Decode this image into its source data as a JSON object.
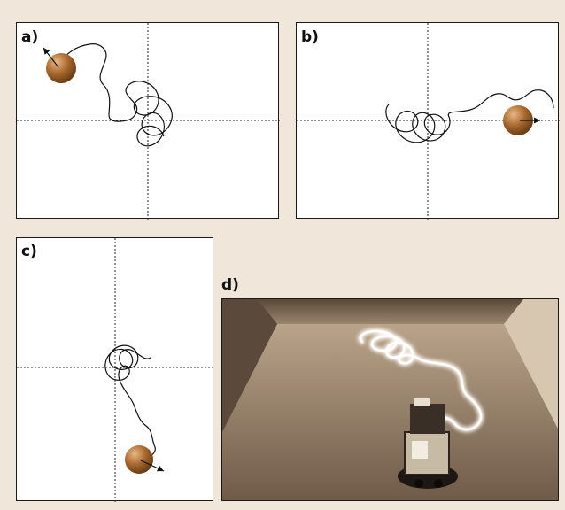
{
  "panels": [
    {
      "id": "a",
      "label": "a)"
    },
    {
      "id": "b",
      "label": "b)"
    },
    {
      "id": "c",
      "label": "c)"
    },
    {
      "id": "d",
      "label": "d)"
    }
  ],
  "colors": {
    "background": "#f1e6da",
    "ball": "#a8682e",
    "trajectory": "#111111",
    "photo_tone": "#8a7561",
    "light_trail": "#fbf7ef"
  }
}
